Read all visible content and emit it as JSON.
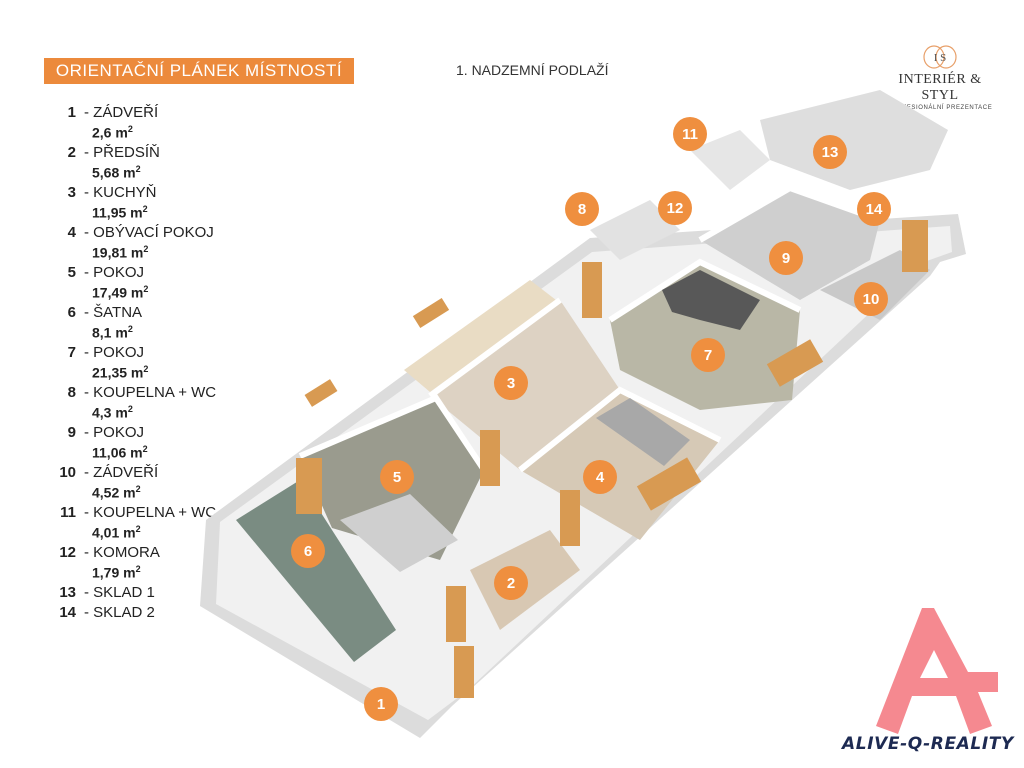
{
  "header": {
    "title": "ORIENTAČNÍ PLÁNEK MÍSTNOSTÍ",
    "floor": "1. NADZEMNÍ PODLAŽÍ"
  },
  "logo": {
    "monogram": "I S",
    "name": "INTERIÉR & STYL",
    "tagline": "PROFESIONÁLNÍ PREZENTACE"
  },
  "rooms": [
    {
      "num": "1",
      "name": "- ZÁDVEŘÍ",
      "area": "2,6 m",
      "unit": "2"
    },
    {
      "num": "2",
      "name": "- PŘEDSÍŇ",
      "area": "5,68 m",
      "unit": "2"
    },
    {
      "num": "3",
      "name": "- KUCHYŇ",
      "area": "11,95 m",
      "unit": "2"
    },
    {
      "num": "4",
      "name": "- OBÝVACÍ POKOJ",
      "area": "19,81 m",
      "unit": "2"
    },
    {
      "num": "5",
      "name": "- POKOJ",
      "area": "17,49 m",
      "unit": "2"
    },
    {
      "num": "6",
      "name": "- ŠATNA",
      "area": "8,1 m",
      "unit": "2"
    },
    {
      "num": "7",
      "name": "- POKOJ",
      "area": "21,35 m",
      "unit": "2"
    },
    {
      "num": "8",
      "name": "- KOUPELNA + WC",
      "area": "4,3 m",
      "unit": "2"
    },
    {
      "num": "9",
      "name": "- POKOJ",
      "area": "11,06 m",
      "unit": "2"
    },
    {
      "num": "10",
      "name": "- ZÁDVEŘÍ",
      "area": "4,52 m",
      "unit": "2"
    },
    {
      "num": "11",
      "name": "- KOUPELNA + WC",
      "area": "4,01 m",
      "unit": "2"
    },
    {
      "num": "12",
      "name": "- KOMORA",
      "area": "1,79 m",
      "unit": "2"
    },
    {
      "num": "13",
      "name": "- SKLAD 1",
      "area": "",
      "unit": ""
    },
    {
      "num": "14",
      "name": "- SKLAD 2",
      "area": "",
      "unit": ""
    }
  ],
  "badges": [
    "1",
    "2",
    "3",
    "4",
    "5",
    "6",
    "7",
    "8",
    "9",
    "10",
    "11",
    "12",
    "13",
    "14"
  ],
  "watermark": {
    "text": "ALIVE-Q-REALITY"
  },
  "colors": {
    "accent": "#ec8a3c",
    "badge": "#ef8f3f",
    "watermark_red": "#f47c84",
    "watermark_text": "#1d2a52"
  }
}
